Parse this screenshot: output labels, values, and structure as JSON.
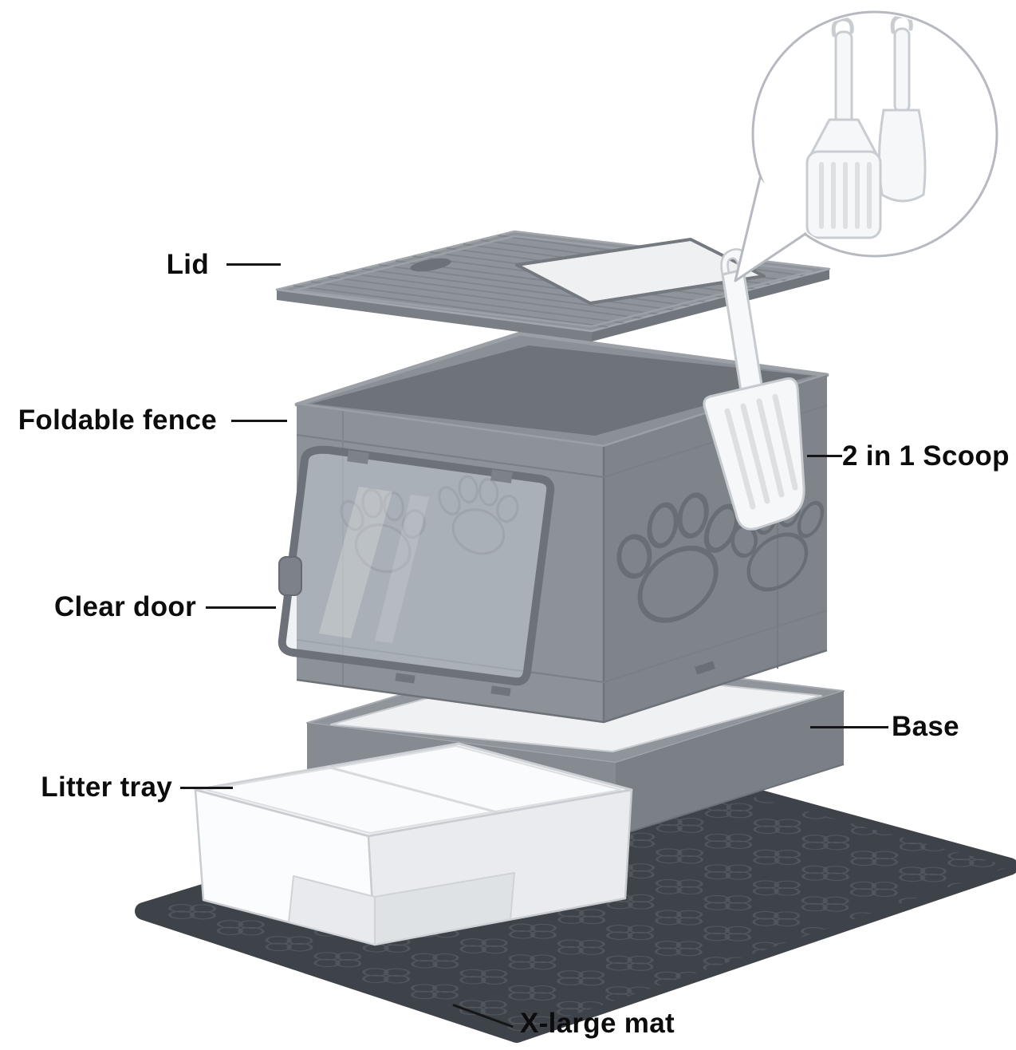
{
  "product_diagram": {
    "labels": {
      "lid": "Lid",
      "foldable_fence": "Foldable fence",
      "clear_door": "Clear door",
      "litter_tray": "Litter tray",
      "scoop": "2 in 1 Scoop",
      "base": "Base",
      "mat": "X-large mat"
    },
    "colors": {
      "label_text": "#0c0c0c",
      "leader_line": "#161616",
      "product_gray": "#8d9298",
      "product_gray_dark": "#7f848b",
      "lid_gray": "#8f949b",
      "mat_dark": "#3e4349",
      "white_parts": "#f6f7f9",
      "background": "#ffffff"
    }
  }
}
